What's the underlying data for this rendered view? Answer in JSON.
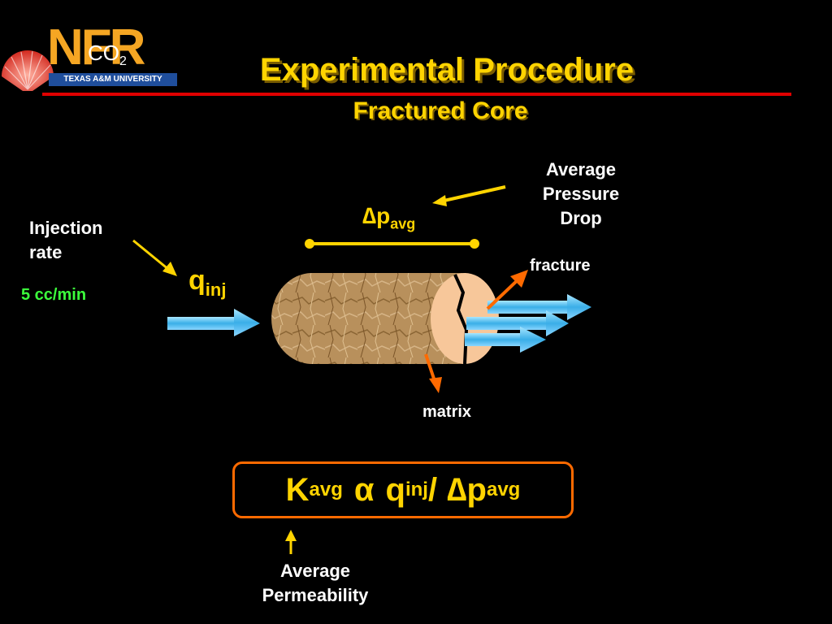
{
  "logo": {
    "brand": "NFR",
    "co2": "CO",
    "co2_sub": "2",
    "university": "TEXAS A&M UNIVERSITY"
  },
  "title": "Experimental Procedure",
  "subtitle": "Fractured Core",
  "labels": {
    "avg_pressure_drop": [
      "Average",
      "Pressure",
      "Drop"
    ],
    "delta_symbol": "∆",
    "p_avg_main": "p",
    "p_avg_sub": "avg",
    "injection_rate": [
      "Injection",
      "rate"
    ],
    "flow_rate": "5 cc/min",
    "q_main": "q",
    "q_sub": "inj",
    "fracture": "fracture",
    "matrix": "matrix",
    "avg_permeability": [
      "Average",
      "Permeability"
    ]
  },
  "formula": {
    "k": "K",
    "k_sub": "avg",
    "alpha": "α",
    "q": "q",
    "q_sub": "inj",
    "slash": "/",
    "delta": "∆",
    "p": "p",
    "p_sub": "avg"
  },
  "colors": {
    "title": "#ffd400",
    "rule": "#e00000",
    "accent_orange": "#ff6a00",
    "flow_arrow": "#5bc8f5",
    "green_text": "#3cff3c"
  }
}
